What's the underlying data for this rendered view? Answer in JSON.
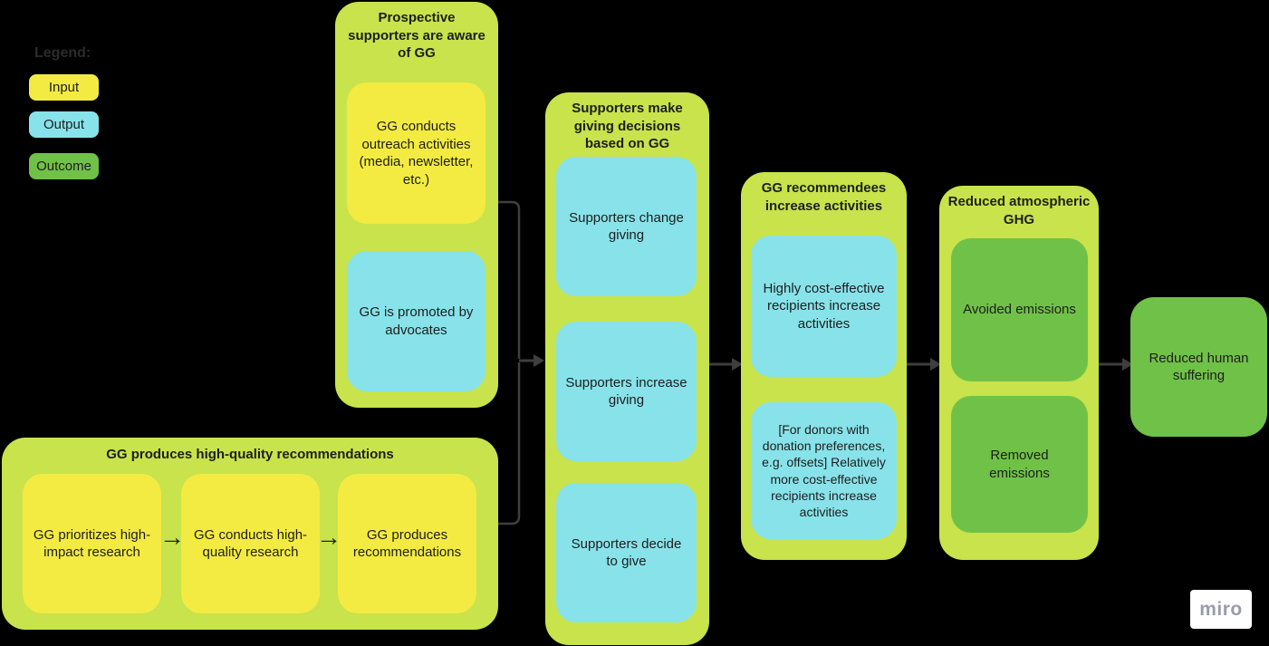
{
  "colors": {
    "background": "#000000",
    "container": "#c8e34b",
    "input": "#f3eb41",
    "output": "#87e3e9",
    "outcome": "#70c148",
    "connector": "#3e3e3e",
    "text": "#1e1e1e"
  },
  "legend": {
    "title": "Legend:",
    "items": [
      {
        "label": "Input",
        "type": "input"
      },
      {
        "label": "Output",
        "type": "output"
      },
      {
        "label": "Outcome",
        "type": "outcome"
      }
    ]
  },
  "groups": {
    "awareness": {
      "title": "Prospective supporters are aware of GG",
      "boxes": [
        "GG conducts outreach activities (media, newsletter, etc.)",
        "GG is promoted by advocates"
      ]
    },
    "research": {
      "title": "GG produces high-quality recommendations",
      "boxes": [
        "GG prioritizes high-impact research",
        "GG conducts high-quality research",
        "GG produces recommendations"
      ],
      "arrow_glyph": "→"
    },
    "decisions": {
      "title": "Supporters make giving decisions based on GG",
      "boxes": [
        "Supporters change giving",
        "Supporters increase giving",
        "Supporters decide to give"
      ]
    },
    "recommendees": {
      "title": "GG recommendees increase activities",
      "boxes": [
        "Highly cost-effective recipients increase activities",
        "[For donors with donation preferences, e.g. offsets] Relatively more cost-effective recipients increase activities"
      ]
    },
    "ghg": {
      "title": "Reduced atmospheric GHG",
      "boxes": [
        "Avoided emissions",
        "Removed emissions"
      ]
    },
    "final_outcome": {
      "label": "Reduced human suffering"
    }
  },
  "watermark": {
    "label": "miro"
  }
}
